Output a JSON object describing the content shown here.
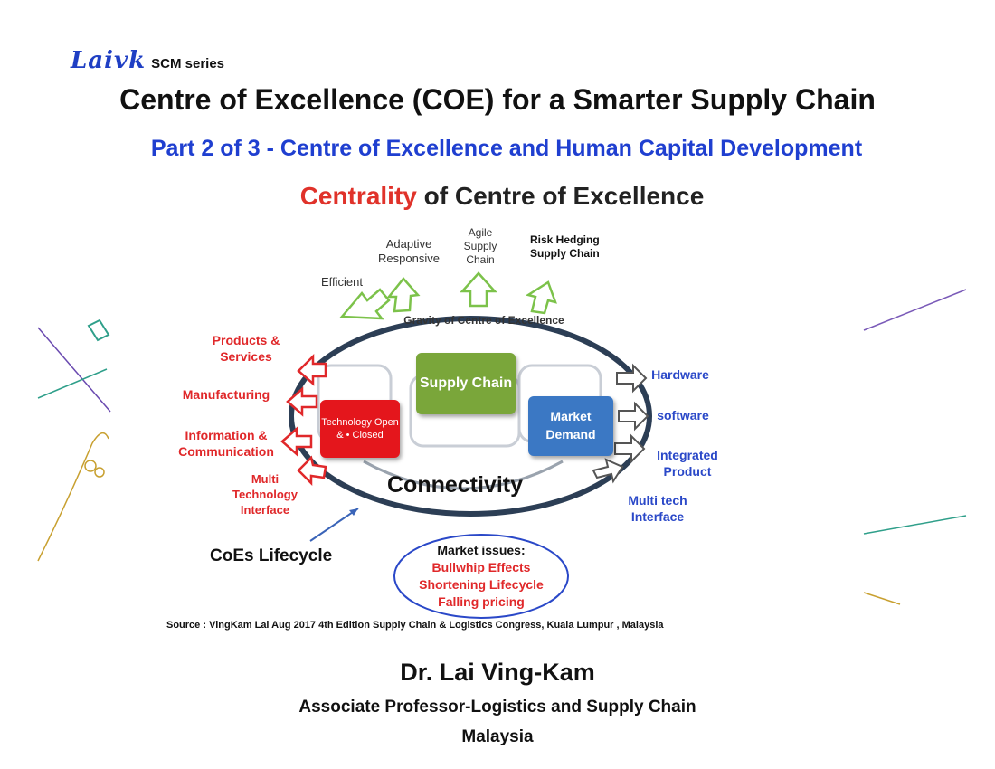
{
  "header": {
    "brand_script": "Laivk",
    "brand_series": "SCM series",
    "title": "Centre of Excellence (COE) for a Smarter Supply Chain",
    "subtitle": "Part 2 of 3 - Centre of Excellence and Human Capital Development"
  },
  "diagram": {
    "title_highlight": "Centrality",
    "title_rest": " of Centre  of Excellence",
    "top_outputs": {
      "efficient": "Efficient",
      "adaptive": "Adaptive Responsive",
      "agile": "Agile Supply Chain",
      "risk": "Risk Hedging Supply Chain"
    },
    "gravity_label": "Gravity of Centre of Excellence",
    "left_outputs": {
      "products": "Products & Services",
      "manufacturing": "Manufacturing",
      "info": "Information & Communication",
      "multi": "Multi Technology Interface"
    },
    "right_outputs": {
      "hardware": "Hardware",
      "software": "software",
      "integrated": "Integrated Product",
      "multitech": "Multi tech Interface"
    },
    "boxes": {
      "technology": "Technology Open & • Closed",
      "supply_chain": "Supply Chain",
      "market_demand": "Market Demand"
    },
    "connectivity": "Connectivity",
    "lifecycle": "CoEs Lifecycle",
    "market_issues": {
      "heading": "Market issues:",
      "items": [
        "Bullwhip Effects",
        "Shortening Lifecycle",
        "Falling pricing"
      ]
    },
    "source": "Source : VingKam Lai Aug 2017 4th Edition Supply Chain & Logistics Congress, Kuala Lumpur , Malaysia",
    "colors": {
      "red": "#e0282a",
      "blue": "#2a48c8",
      "green_box": "#7aa63a",
      "blue_box": "#3b78c4",
      "red_box": "#e4161c"
    }
  },
  "footer": {
    "author": "Dr. Lai Ving-Kam",
    "role": "Associate Professor-Logistics and Supply Chain",
    "country": "Malaysia"
  }
}
